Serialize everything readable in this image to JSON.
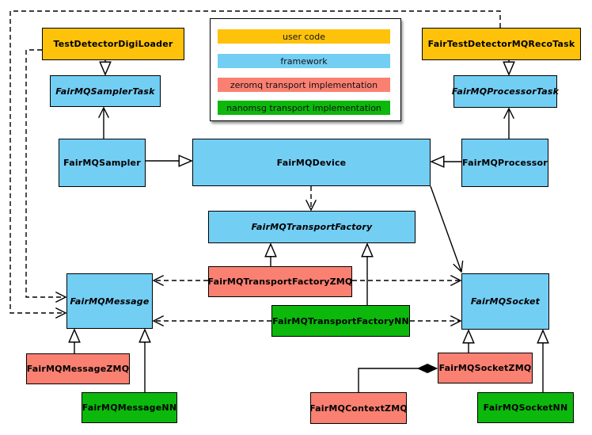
{
  "colors": {
    "user_code": "#FFC20A",
    "framework": "#73CEF4",
    "zeromq": "#FA8072",
    "nanomsg": "#0CB80C",
    "line": "#000000"
  },
  "legend": {
    "items": [
      {
        "label": "user code",
        "category": "user_code"
      },
      {
        "label": "framework",
        "category": "framework"
      },
      {
        "label": "zeromq transport implementation",
        "category": "zeromq"
      },
      {
        "label": "nanomsg transport implementation",
        "category": "nanomsg"
      }
    ]
  },
  "nodes": {
    "testDetectorDigiLoader": {
      "label": "TestDetectorDigiLoader",
      "category": "user_code",
      "abstract": false
    },
    "fairTestDetectorMQRecoTask": {
      "label": "FairTestDetectorMQRecoTask",
      "category": "user_code",
      "abstract": false
    },
    "fairMQSamplerTask": {
      "label": "FairMQSamplerTask",
      "category": "framework",
      "abstract": true
    },
    "fairMQProcessorTask": {
      "label": "FairMQProcessorTask",
      "category": "framework",
      "abstract": true
    },
    "fairMQSampler": {
      "label": "FairMQSampler",
      "category": "framework",
      "abstract": false
    },
    "fairMQDevice": {
      "label": "FairMQDevice",
      "category": "framework",
      "abstract": false
    },
    "fairMQProcessor": {
      "label": "FairMQProcessor",
      "category": "framework",
      "abstract": false
    },
    "fairMQTransportFactory": {
      "label": "FairMQTransportFactory",
      "category": "framework",
      "abstract": true
    },
    "fairMQTransportFactoryZMQ": {
      "label": "FairMQTransportFactoryZMQ",
      "category": "zeromq",
      "abstract": false
    },
    "fairMQTransportFactoryNN": {
      "label": "FairMQTransportFactoryNN",
      "category": "nanomsg",
      "abstract": false
    },
    "fairMQMessage": {
      "label": "FairMQMessage",
      "category": "framework",
      "abstract": true
    },
    "fairMQSocket": {
      "label": "FairMQSocket",
      "category": "framework",
      "abstract": true
    },
    "fairMQMessageZMQ": {
      "label": "FairMQMessageZMQ",
      "category": "zeromq",
      "abstract": false
    },
    "fairMQMessageNN": {
      "label": "FairMQMessageNN",
      "category": "nanomsg",
      "abstract": false
    },
    "fairMQContextZMQ": {
      "label": "FairMQContextZMQ",
      "category": "zeromq",
      "abstract": false
    },
    "fairMQSocketZMQ": {
      "label": "FairMQSocketZMQ",
      "category": "zeromq",
      "abstract": false
    },
    "fairMQSocketNN": {
      "label": "FairMQSocketNN",
      "category": "nanomsg",
      "abstract": false
    }
  },
  "relations": [
    {
      "from": "TestDetectorDigiLoader",
      "to": "FairMQSamplerTask",
      "type": "inheritance"
    },
    {
      "from": "FairTestDetectorMQRecoTask",
      "to": "FairMQProcessorTask",
      "type": "inheritance"
    },
    {
      "from": "FairMQSampler",
      "to": "FairMQDevice",
      "type": "inheritance"
    },
    {
      "from": "FairMQProcessor",
      "to": "FairMQDevice",
      "type": "inheritance"
    },
    {
      "from": "FairMQTransportFactoryZMQ",
      "to": "FairMQTransportFactory",
      "type": "inheritance"
    },
    {
      "from": "FairMQTransportFactoryNN",
      "to": "FairMQTransportFactory",
      "type": "inheritance"
    },
    {
      "from": "FairMQMessageZMQ",
      "to": "FairMQMessage",
      "type": "inheritance"
    },
    {
      "from": "FairMQMessageNN",
      "to": "FairMQMessage",
      "type": "inheritance"
    },
    {
      "from": "FairMQSocketZMQ",
      "to": "FairMQSocket",
      "type": "inheritance"
    },
    {
      "from": "FairMQSocketNN",
      "to": "FairMQSocket",
      "type": "inheritance"
    },
    {
      "from": "FairMQSampler",
      "to": "FairMQSamplerTask",
      "type": "association"
    },
    {
      "from": "FairMQProcessor",
      "to": "FairMQProcessorTask",
      "type": "association"
    },
    {
      "from": "FairMQDevice",
      "to": "FairMQSocket",
      "type": "association"
    },
    {
      "from": "FairMQDevice",
      "to": "FairMQTransportFactory",
      "type": "dependency"
    },
    {
      "from": "TestDetectorDigiLoader",
      "to": "FairMQMessage",
      "type": "dependency"
    },
    {
      "from": "FairTestDetectorMQRecoTask",
      "to": "FairMQMessage",
      "type": "dependency"
    },
    {
      "from": "FairMQTransportFactoryZMQ",
      "to": "FairMQMessage",
      "type": "dependency"
    },
    {
      "from": "FairMQTransportFactoryZMQ",
      "to": "FairMQSocket",
      "type": "dependency"
    },
    {
      "from": "FairMQTransportFactoryNN",
      "to": "FairMQMessage",
      "type": "dependency"
    },
    {
      "from": "FairMQTransportFactoryNN",
      "to": "FairMQSocket",
      "type": "dependency"
    },
    {
      "from": "FairMQSocketZMQ",
      "to": "FairMQContextZMQ",
      "type": "composition"
    }
  ]
}
